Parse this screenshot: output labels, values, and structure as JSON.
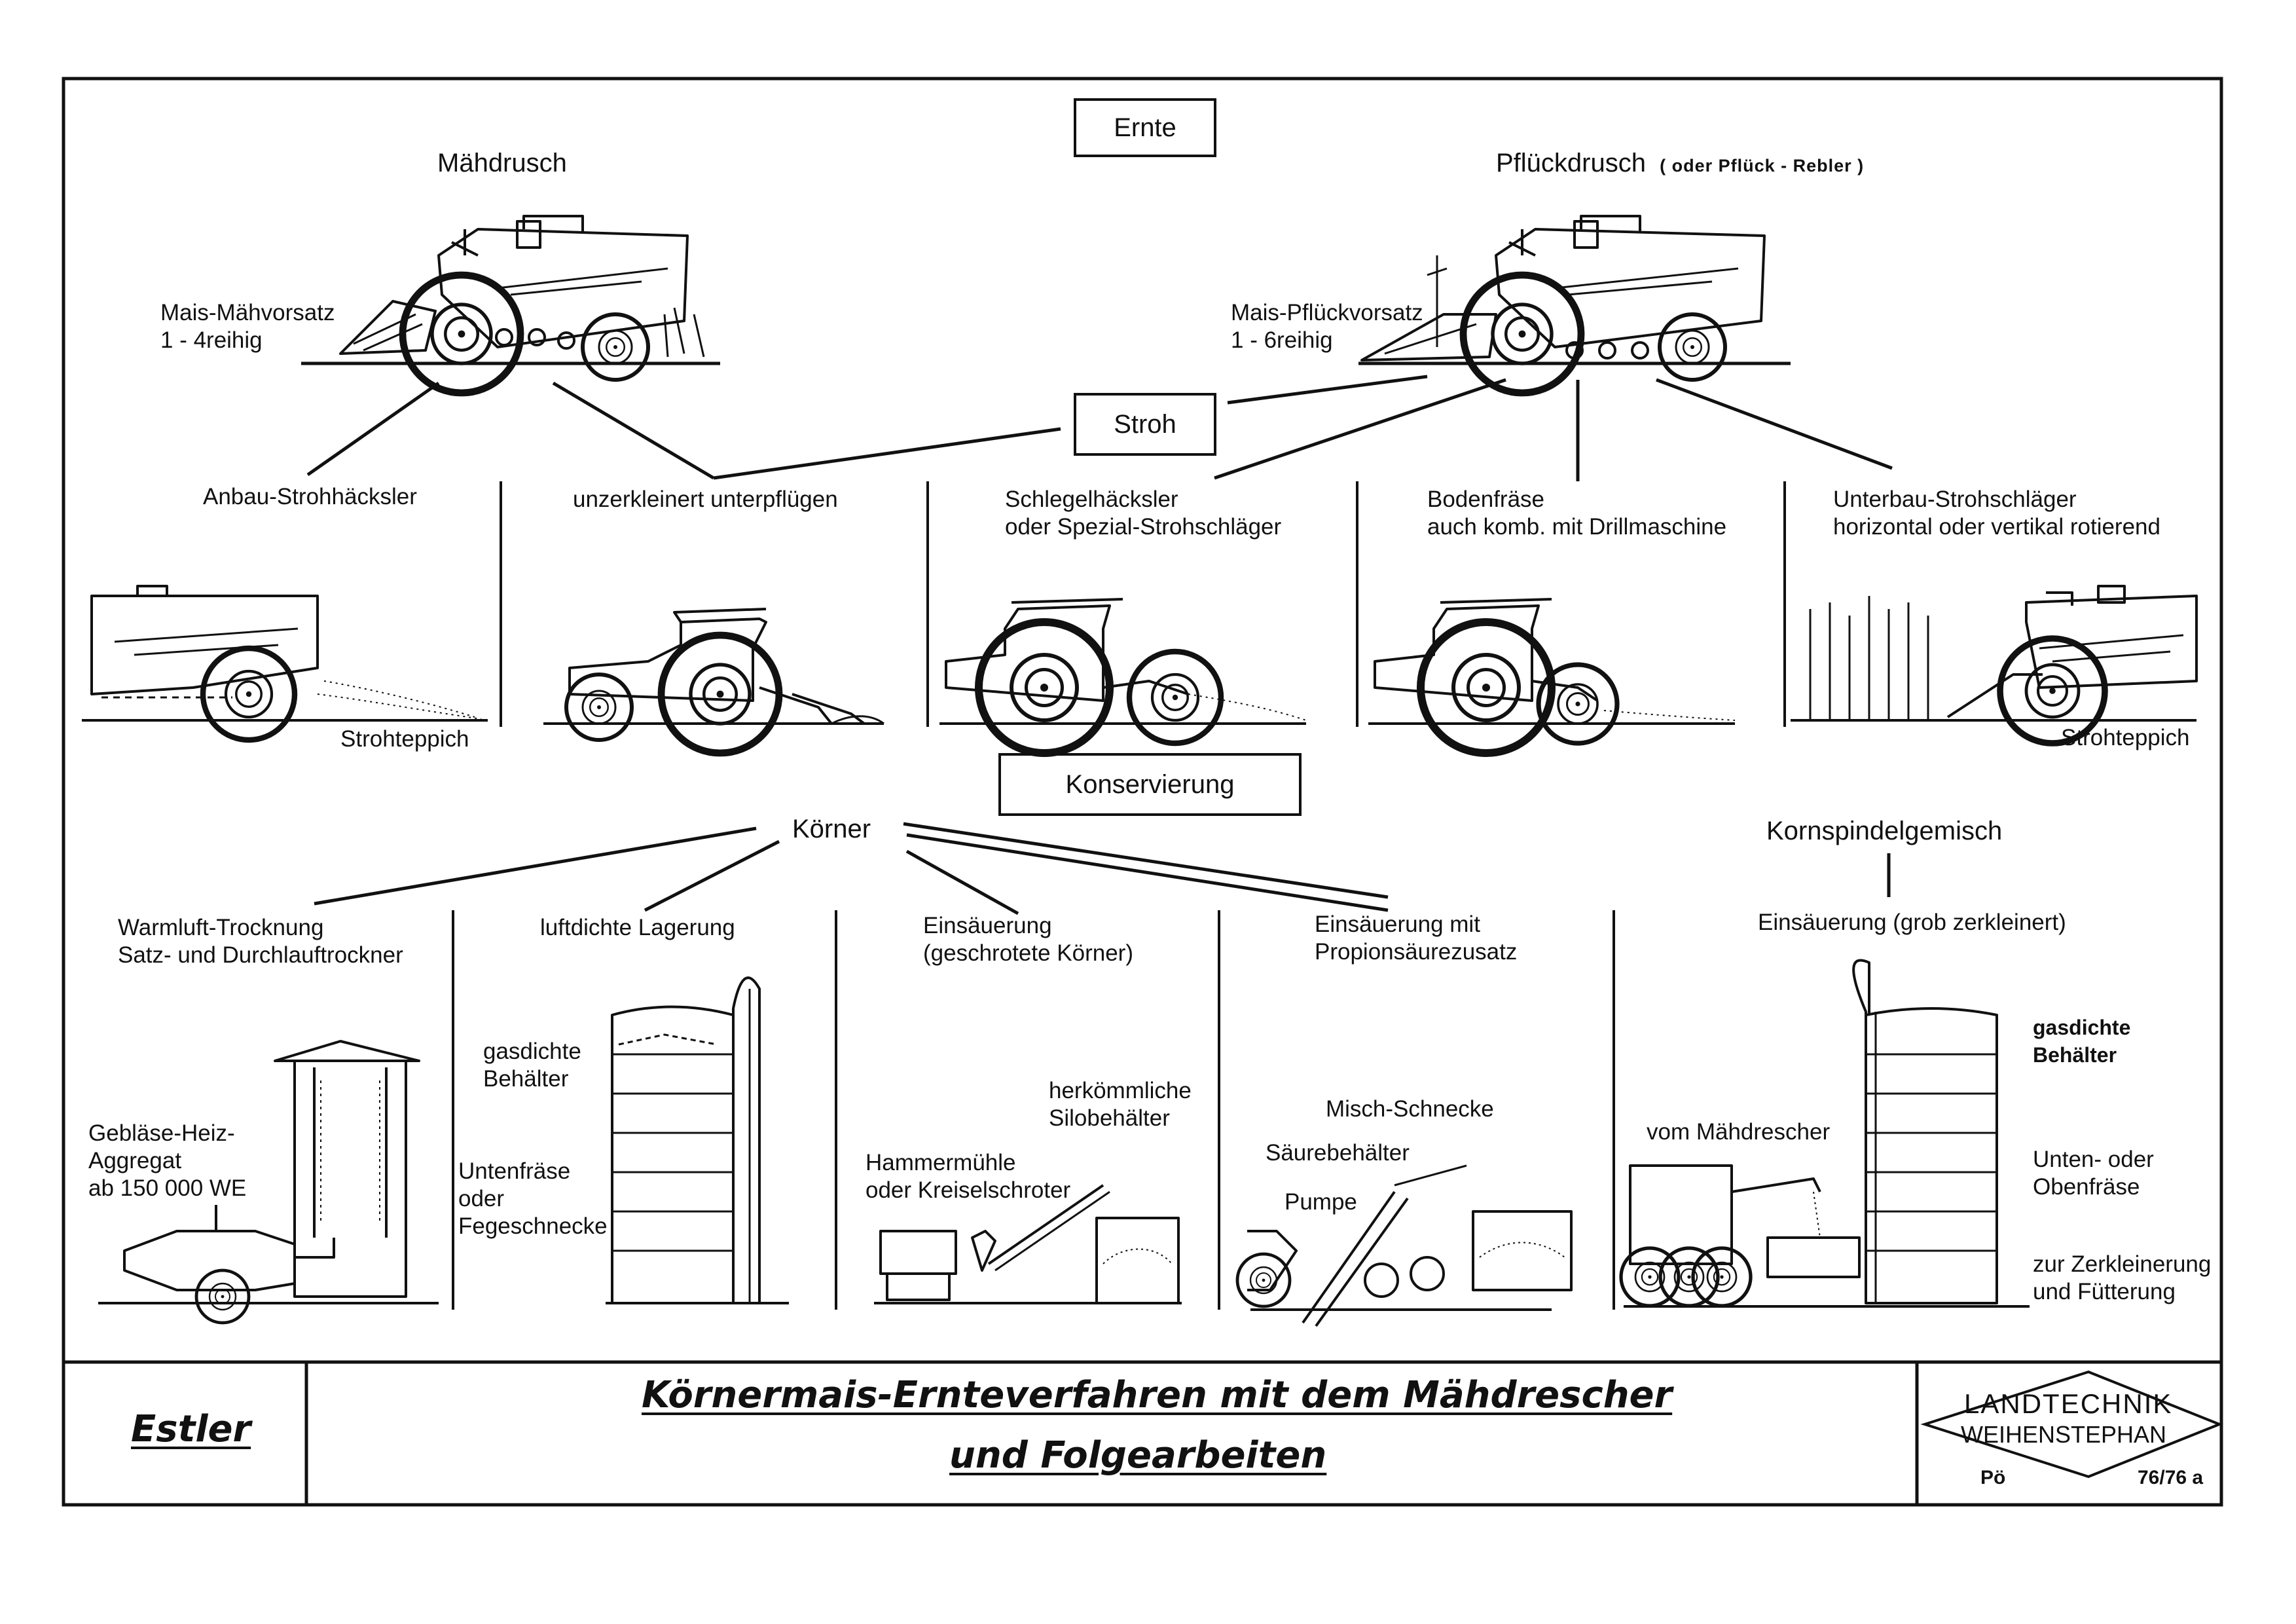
{
  "header": {
    "ernte_box": "Ernte"
  },
  "harvest": {
    "left_method": "Mähdrusch",
    "left_attachment": [
      "Mais-Mähvorsatz",
      "1 - 4reihig"
    ],
    "right_method": "Pflückdrusch",
    "right_method_note": "( oder Pflück - Rebler )",
    "right_attachment": [
      "Mais-Pflückvorsatz",
      "1 - 6reihig"
    ]
  },
  "straw": {
    "box": "Stroh",
    "options": [
      {
        "lines": [
          "Anbau-Strohhäcksler"
        ],
        "caption": "Strohteppich"
      },
      {
        "lines": [
          "unzerkleinert unterpflügen"
        ],
        "caption": ""
      },
      {
        "lines": [
          "Schlegelhäcksler",
          "oder Spezial-Strohschläger"
        ],
        "caption": ""
      },
      {
        "lines": [
          "Bodenfräse",
          "auch komb. mit Drillmaschine"
        ],
        "caption": ""
      },
      {
        "lines": [
          "Unterbau-Strohschläger",
          "horizontal oder vertikal rotierend"
        ],
        "caption": "Strohteppich"
      }
    ]
  },
  "conservation": {
    "box": "Konservierung",
    "grains": "Körner",
    "mix": "Kornspindelgemisch",
    "methods": [
      {
        "lines": [
          "Warmluft-Trocknung",
          "Satz- und Durchlauftrockner"
        ]
      },
      {
        "lines": [
          "luftdichte Lagerung"
        ]
      },
      {
        "lines": [
          "Einsäuerung",
          "(geschrotete Körner)"
        ]
      },
      {
        "lines": [
          "Einsäuerung mit",
          "Propionsäurezusatz"
        ]
      },
      {
        "lines": [
          "Einsäuerung (grob zerkleinert)"
        ]
      }
    ],
    "notes": {
      "geblaese": [
        "Gebläse-Heiz-",
        "Aggregat",
        "ab 150 000 WE"
      ],
      "gasdicht": [
        "gasdichte",
        "Behälter"
      ],
      "untenfraese": [
        "Untenfräse",
        "oder",
        "Fegeschnecke"
      ],
      "hammermuehle": [
        "Hammermühle",
        "oder Kreiselschroter"
      ],
      "silobehaelter": [
        "herkömmliche",
        "Silobehälter"
      ],
      "misch": "Misch-Schnecke",
      "saeure": "Säurebehälter",
      "pumpe": "Pumpe",
      "vom_maehdrescher": "vom Mähdrescher",
      "gasdicht_bold": [
        "gasdichte",
        "Behälter"
      ],
      "unten_oben": [
        "Unten- oder",
        "Obenfräse"
      ],
      "zerkleinerung": [
        "zur Zerkleinerung",
        "und Fütterung"
      ]
    }
  },
  "footer": {
    "author": "Estler",
    "title_line1": "Körnermais-Ernteverfahren mit dem Mähdrescher",
    "title_line2": "und Folgearbeiten",
    "logo_line1": "LANDTECHNIK",
    "logo_line2": "WEIHENSTEPHAN",
    "code_left": "Pö",
    "code_right": "76/76 a"
  }
}
